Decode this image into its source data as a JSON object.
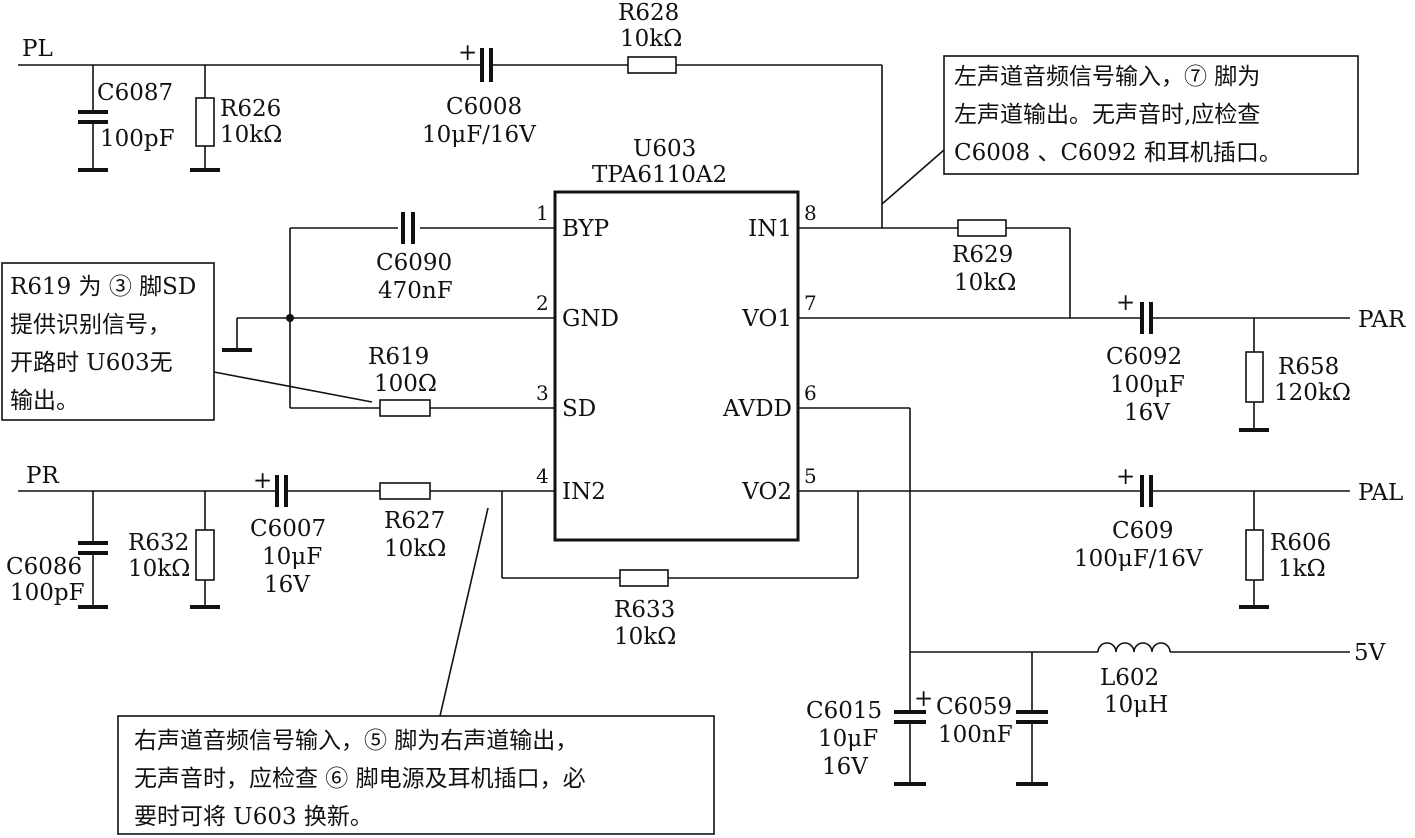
{
  "nets": {
    "pl": "PL",
    "pr": "PR",
    "par": "PAR",
    "pal": "PAL",
    "v5": "5V"
  },
  "ic": {
    "ref": "U603",
    "model": "TPA6110A2",
    "pins": [
      {
        "num": "1",
        "name": "BYP"
      },
      {
        "num": "2",
        "name": "GND"
      },
      {
        "num": "3",
        "name": "SD"
      },
      {
        "num": "4",
        "name": "IN2"
      },
      {
        "num": "8",
        "name": "IN1"
      },
      {
        "num": "7",
        "name": "VO1"
      },
      {
        "num": "6",
        "name": "AVDD"
      },
      {
        "num": "5",
        "name": "VO2"
      }
    ]
  },
  "components": {
    "c6087": {
      "ref": "C6087",
      "value": "100pF"
    },
    "r626": {
      "ref": "R626",
      "value": "10kΩ"
    },
    "c6008": {
      "ref": "C6008",
      "value": "10μF/16V"
    },
    "r628": {
      "ref": "R628",
      "value": "10kΩ"
    },
    "c6090": {
      "ref": "C6090",
      "value": "470nF"
    },
    "r619": {
      "ref": "R619",
      "value": "100Ω"
    },
    "r629": {
      "ref": "R629",
      "value": "10kΩ"
    },
    "c6092": {
      "ref": "C6092",
      "value": "100μF",
      "value2": "16V"
    },
    "r658": {
      "ref": "R658",
      "value": "120kΩ"
    },
    "c6086": {
      "ref": "C6086",
      "value": "100pF"
    },
    "r632": {
      "ref": "R632",
      "value": "10kΩ"
    },
    "c6007": {
      "ref": "C6007",
      "value": "10μF",
      "value2": "16V"
    },
    "r627": {
      "ref": "R627",
      "value": "10kΩ"
    },
    "r633": {
      "ref": "R633",
      "value": "10kΩ"
    },
    "c609": {
      "ref": "C609",
      "value": "100μF/16V"
    },
    "r606": {
      "ref": "R606",
      "value": "1kΩ"
    },
    "c6015": {
      "ref": "C6015",
      "value": "10μF",
      "value2": "16V"
    },
    "c6059": {
      "ref": "C6059",
      "value": "100nF"
    },
    "l602": {
      "ref": "L602",
      "value": "10μH"
    }
  },
  "notes": {
    "top_right": [
      "左声道音频信号输入，⑦ 脚为",
      "左声道输出。无声音时,应检查",
      "C6008 、C6092 和耳机插口。"
    ],
    "left": [
      "R619 为 ③ 脚SD",
      "提供识别信号，",
      "开路时 U603无",
      "输出。"
    ],
    "bottom": [
      "右声道音频信号输入，⑤ 脚为右声道输出，",
      "无声音时，应检查 ⑥ 脚电源及耳机插口，必",
      "要时可将 U603 换新。"
    ]
  },
  "polarity_mark": "+"
}
